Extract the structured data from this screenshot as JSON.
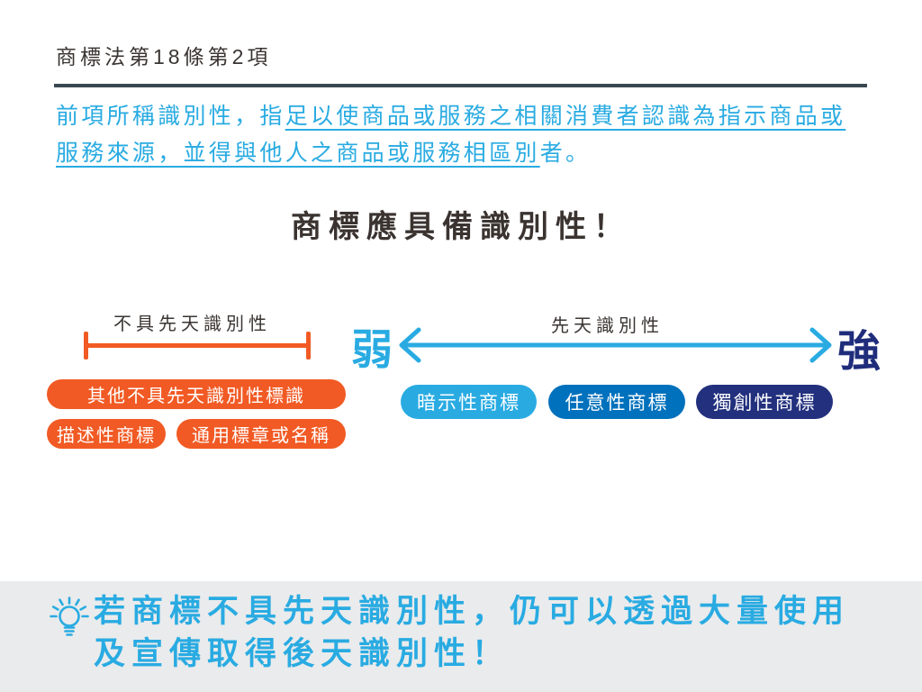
{
  "header": {
    "title": "商標法第18條第2項"
  },
  "statute": {
    "prefix": "前項所稱識別性，指",
    "underlined": "足以使商品或服務之相關消費者認識為指示商品或服務來源，並得與他人之商品或服務相區別",
    "suffix": "者。"
  },
  "heading": "商標應具備識別性！",
  "diagram": {
    "left_axis_label": "不具先天識別性",
    "right_axis_label": "先天識別性",
    "weak_char": "弱",
    "strong_char": "強",
    "orange_badges": [
      {
        "label": "其他不具先天識別性標識",
        "color": "#f15a24"
      },
      {
        "label": "描述性商標",
        "color": "#f15a24"
      },
      {
        "label": "通用標章或名稱",
        "color": "#f15a24"
      }
    ],
    "blue_badges": [
      {
        "label": "暗示性商標",
        "color": "#29abe2"
      },
      {
        "label": "任意性商標",
        "color": "#0071bc"
      },
      {
        "label": "獨創性商標",
        "color": "#22307e"
      }
    ],
    "colors": {
      "bracket_orange": "#f15a24",
      "arrow_blue": "#29abe2",
      "weak_blue": "#29abe2",
      "strong_navy": "#1f2d7b",
      "rule_dark": "#3a4750"
    }
  },
  "footer": {
    "icon": "lightbulb-icon",
    "line1": "若商標不具先天識別性，仍可以透過大量使用",
    "line2": "及宣傳取得後天識別性！",
    "band_color": "#eaebec"
  }
}
